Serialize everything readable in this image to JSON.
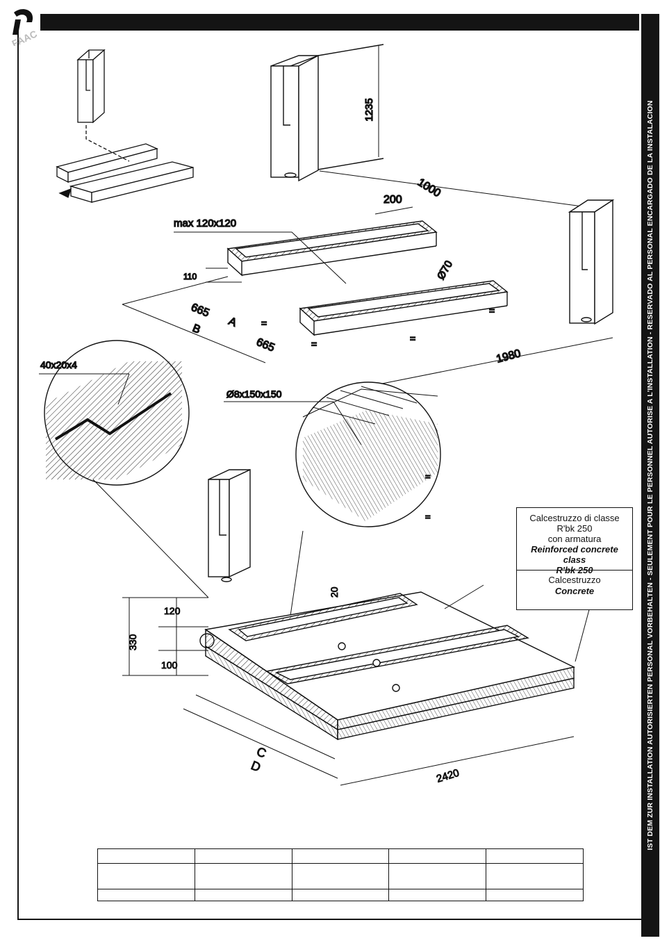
{
  "side_text": "IST DEM ZUR INSTALLATION AUTORISIERTEN PERSONAL VORBEHALTEN - SEULEMENT POUR LE PERSONNEL AUTORISE A L'INSTALLATION - RESERVADO AL PERSONAL ENCARGADO DE LA INSTALACION",
  "logo_text": "FAAC",
  "dimensions": {
    "h1235": "1235",
    "d1000": "1000",
    "d200": "200",
    "max_label": "max  120x120",
    "d110": "110",
    "d665a": "665",
    "label_a": "A",
    "d665b": "665",
    "label_b": "B",
    "phi70": "Ø70",
    "d1980": "1980",
    "eq": "="
  },
  "details": {
    "angle": "40x20x4",
    "mesh": "Ø8x150x150"
  },
  "section": {
    "d330": "330",
    "d120": "120",
    "d100": "100",
    "d20": "20",
    "label_c": "C",
    "label_d": "D",
    "d2420": "2420"
  },
  "legend": {
    "reinforced_it": "Calcestruzzo di classe",
    "reinforced_it2": "R'bk 250",
    "reinforced_it3": "con armatura",
    "reinforced_en": "Reinforced concrete",
    "reinforced_en2": "class",
    "reinforced_en3": "R'bk 250",
    "concrete_it": "Calcestruzzo",
    "concrete_en": "Concrete"
  },
  "table": {
    "rows": [
      [
        "",
        "",
        "",
        "",
        ""
      ],
      [
        "",
        "",
        "",
        "",
        ""
      ],
      [
        "",
        "",
        "",
        "",
        ""
      ]
    ]
  }
}
